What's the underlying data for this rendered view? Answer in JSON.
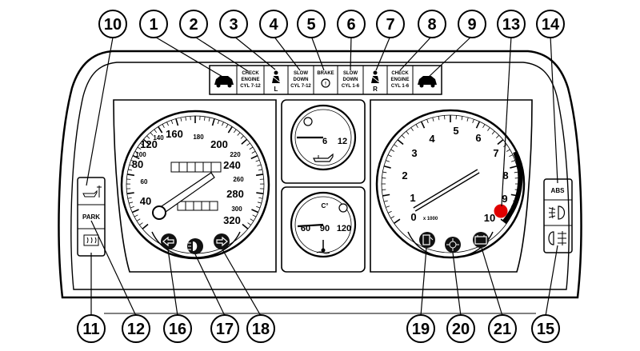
{
  "callouts": [
    {
      "n": "10"
    },
    {
      "n": "1"
    },
    {
      "n": "2"
    },
    {
      "n": "3"
    },
    {
      "n": "4"
    },
    {
      "n": "5"
    },
    {
      "n": "6"
    },
    {
      "n": "7"
    },
    {
      "n": "8"
    },
    {
      "n": "9"
    },
    {
      "n": "13"
    },
    {
      "n": "14"
    },
    {
      "n": "11"
    },
    {
      "n": "12"
    },
    {
      "n": "16"
    },
    {
      "n": "17"
    },
    {
      "n": "18"
    },
    {
      "n": "19"
    },
    {
      "n": "20"
    },
    {
      "n": "21"
    },
    {
      "n": "15"
    }
  ],
  "warning_panel": {
    "check_engine_left": [
      "CHECK",
      "ENGINE",
      "CYL 7-12"
    ],
    "seatbelt_left": "L",
    "slow_down_left": [
      "SLOW",
      "DOWN",
      "CYL 7-12"
    ],
    "brake": "BRAKE",
    "slow_down_right": [
      "SLOW",
      "DOWN",
      "CYL 1-6"
    ],
    "seatbelt_right": "R",
    "check_engine_right": [
      "CHECK",
      "ENGINE",
      "CYL 1-6"
    ]
  },
  "left_switches": {
    "park": "PARK"
  },
  "right_switches": {
    "abs": "ABS"
  },
  "speedometer": {
    "major": [
      "40",
      "80",
      "120",
      "160",
      "200",
      "240",
      "280",
      "320"
    ],
    "minor": [
      "60",
      "100",
      "140",
      "180",
      "220",
      "260",
      "300"
    ]
  },
  "oil_gauge": {
    "low": "6",
    "high": "12"
  },
  "temp_gauge": {
    "unit": "C°",
    "marks": [
      "60",
      "90",
      "120"
    ]
  },
  "tachometer": {
    "marks": [
      "0",
      "1",
      "2",
      "3",
      "4",
      "5",
      "6",
      "7",
      "8",
      "9",
      "10"
    ],
    "multiplier": "x 1000"
  },
  "colors": {
    "redline_dot": "#e00000"
  }
}
